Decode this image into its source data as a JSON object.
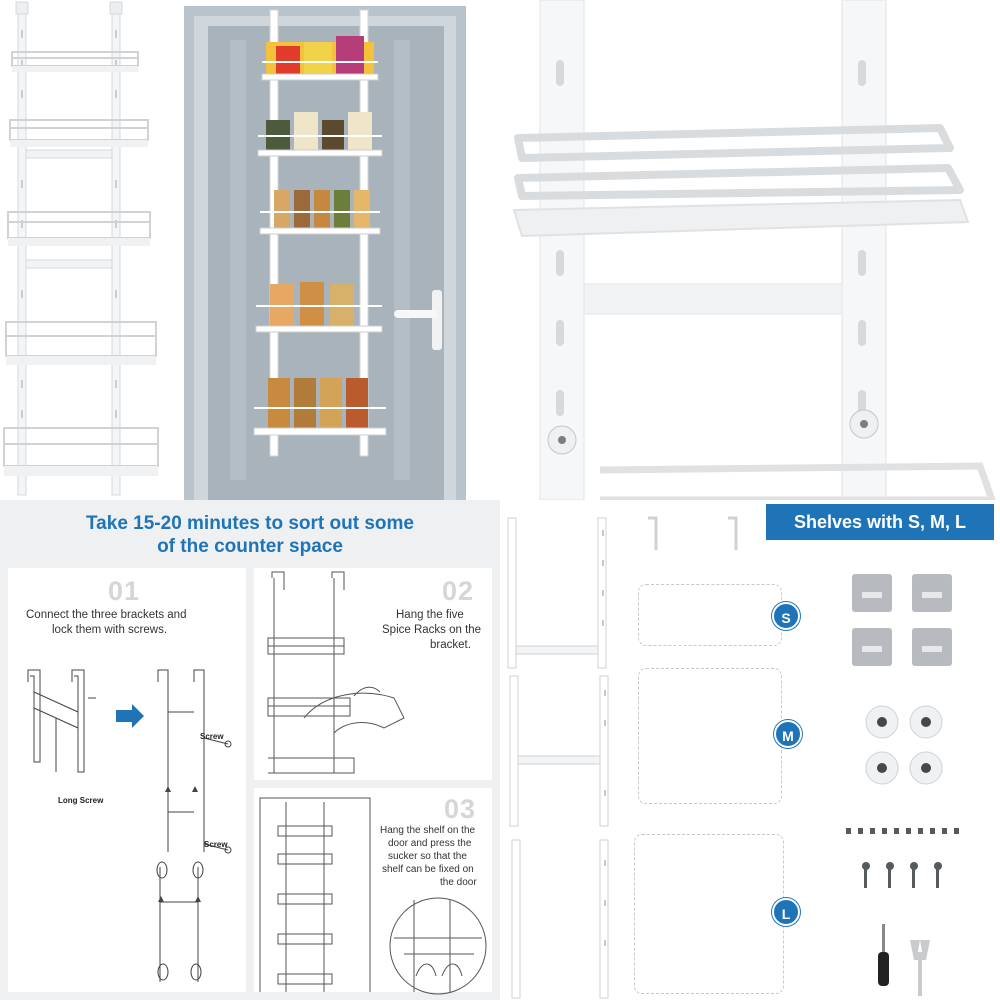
{
  "instructions": {
    "headline_line1": "Take 15-20 minutes to sort out some",
    "headline_line2": "of the counter space",
    "step1": {
      "number": "01",
      "text_line1": "Connect the three brackets and",
      "text_line2": "lock them with screws.",
      "label_long_screw": "Long Screw",
      "label_screw_top": "Screw",
      "label_screw_bottom": "Screw"
    },
    "step2": {
      "number": "02",
      "text_line1": "Hang the five",
      "text_line2": "Spice Racks on the",
      "text_line3": "bracket."
    },
    "step3": {
      "number": "03",
      "text_line1": "Hang the shelf on the",
      "text_line2": "door and press the",
      "text_line3": "sucker so that the",
      "text_line4": "shelf can be fixed on",
      "text_line5": "the door"
    }
  },
  "parts": {
    "badge": "Shelves with S, M, L",
    "size_s": "S",
    "size_m": "M",
    "size_l": "L"
  },
  "colors": {
    "accent": "#1f74b8",
    "instruction_bg": "#eef0f2",
    "door_frame": "#b9c3cb",
    "door_panel": "#a9b3bb"
  },
  "icons": [
    "arrow-right-icon",
    "screwdriver-icon",
    "wrench-icon",
    "suction-cup-icon",
    "adhesive-hook-icon",
    "screw-icon"
  ]
}
